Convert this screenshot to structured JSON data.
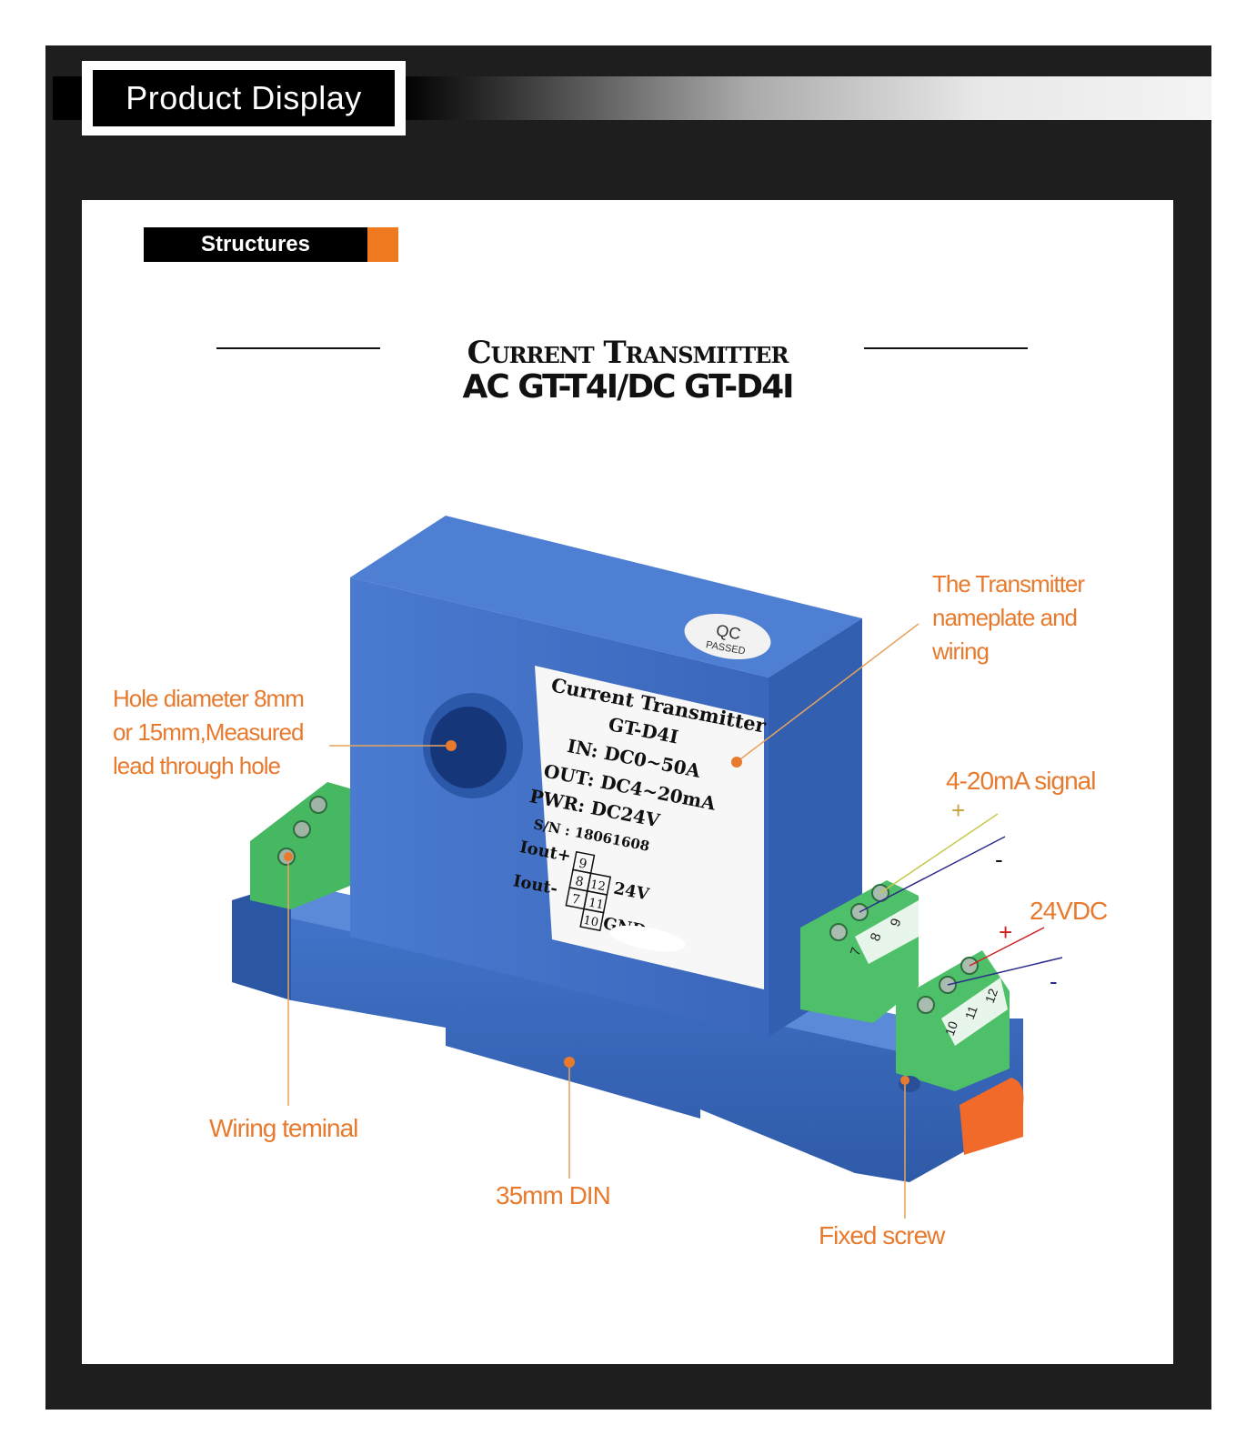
{
  "header": {
    "title": "Product  Display"
  },
  "section": {
    "label": "Structures"
  },
  "product": {
    "title_line1": "Current Transmitter",
    "title_line2": "AC GT-T4I/DC GT-D4I"
  },
  "callouts": {
    "nameplate": [
      "The Transmitter",
      "nameplate and",
      "wiring"
    ],
    "hole": [
      "Hole diameter 8mm",
      "or 15mm,Measured",
      "lead through hole"
    ],
    "signal": "4-20mA signal",
    "signal_plus": "+",
    "signal_minus": "-",
    "power": "24VDC",
    "power_plus": "+",
    "power_minus": "-",
    "wiring_terminal": "Wiring teminal",
    "din": "35mm DIN",
    "fixed_screw": "Fixed screw"
  },
  "nameplate": {
    "title": "Current Transmitter",
    "model": "GT-D4I",
    "in": "IN: DC0~50A",
    "out": "OUT: DC4~20mA",
    "pwr": "PWR: DC24V",
    "sn": "S/N : 18061608",
    "iout_plus": "Iout+",
    "iout_minus": "Iout-",
    "v24": "24V",
    "gnd": "GND",
    "pins": [
      "9",
      "8",
      "12",
      "7",
      "11",
      "10"
    ]
  },
  "qc_sticker": {
    "line1": "QC",
    "line2": "PASSED"
  },
  "terminal_numbers": {
    "block1": [
      "7",
      "8",
      "9"
    ],
    "block2": [
      "10",
      "11",
      "12"
    ]
  },
  "colors": {
    "accent_orange": "#e87a2e",
    "device_blue": "#3f6fc4",
    "terminal_green": "#4fc06a",
    "frame_dark": "#1e1e1e"
  }
}
